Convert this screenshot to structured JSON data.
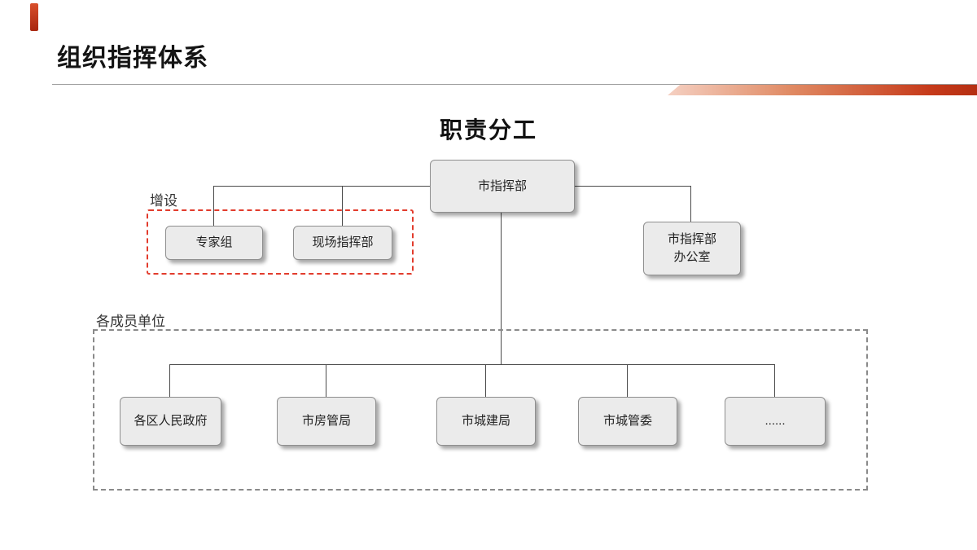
{
  "slide": {
    "title": "组织指挥体系",
    "diagram_title": "职责分工"
  },
  "org_chart": {
    "root": {
      "label": "市指挥部"
    },
    "added_section": {
      "label": "增设",
      "nodes": [
        {
          "label": "专家组"
        },
        {
          "label": "现场指挥部"
        }
      ]
    },
    "office_node": {
      "label": "市指挥部\n办公室"
    },
    "members_section": {
      "label": "各成员单位",
      "nodes": [
        {
          "label": "各区人民政府"
        },
        {
          "label": "市房管局"
        },
        {
          "label": "市城建局"
        },
        {
          "label": "市城管委"
        },
        {
          "label": "......"
        }
      ]
    }
  },
  "colors": {
    "accent_red": "#c0311c",
    "dashed_red": "#e23c2d",
    "dashed_gray": "#8a8a8a",
    "box_fill": "#ebebeb",
    "connector_line": "#4a4a4a"
  }
}
